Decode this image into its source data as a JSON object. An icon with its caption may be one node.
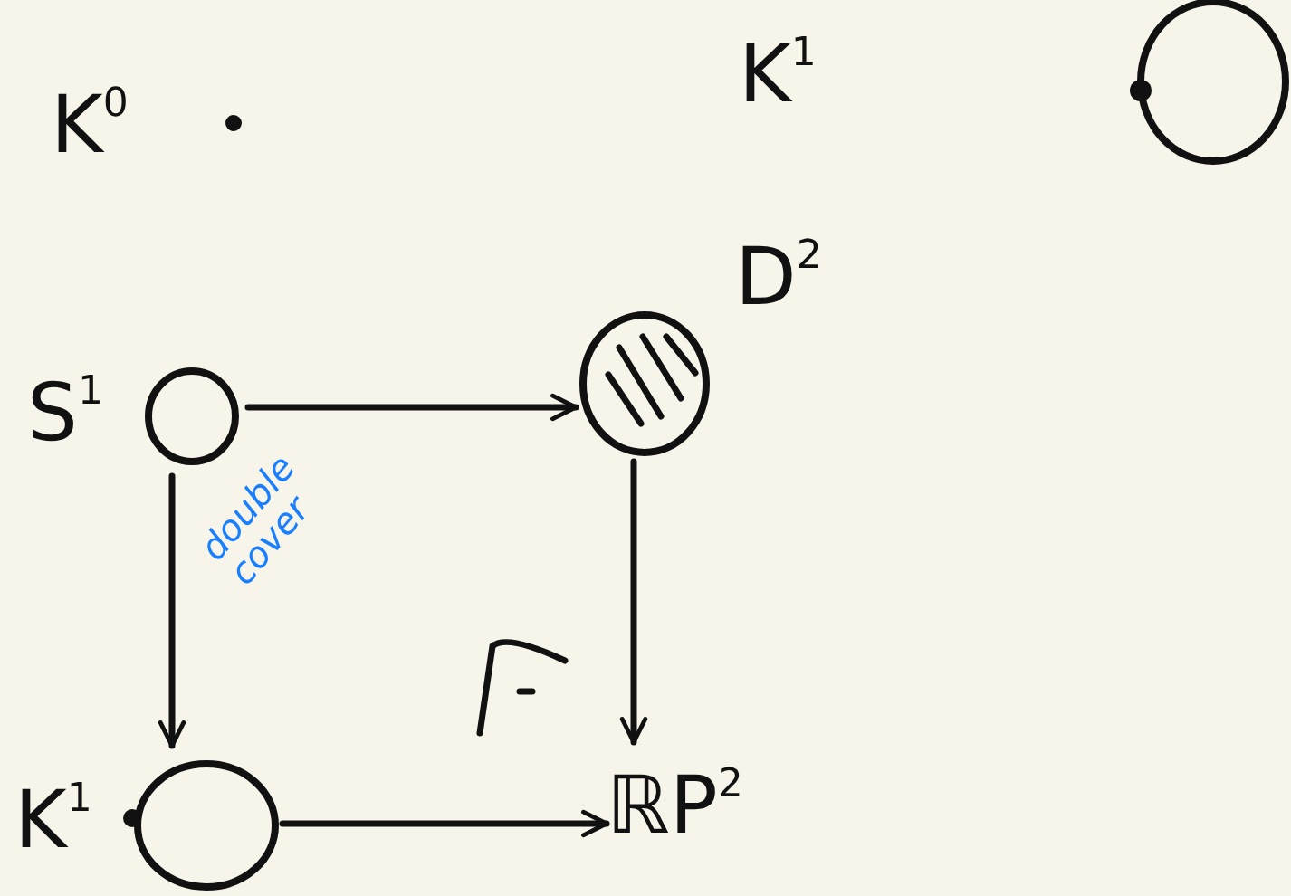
{
  "diagram": {
    "nodes": [
      {
        "text": [
          "S$^{1}$"
        ]
      },
      {
        "text": [
          "D$^{2}$"
        ]
      },
      {
        "text": [
          "K$^{1}$"
        ]
      },
      {
        "text": [
          "ℝP$^{2}$"
        ]
      }
    ],
    "edges": [
      {
        "from": 0,
        "to": 1,
        "arrow": "to"
      },
      {
        "from": 0,
        "to": 2,
        "arrow": "to",
        "label": "double cover"
      },
      {
        "from": 1,
        "to": 3,
        "arrow": "to"
      },
      {
        "from": 2,
        "to": 3,
        "arrow": "to"
      }
    ],
    "labels": [
      "K$^{0}$",
      "K$^{1}$"
    ]
  }
}
